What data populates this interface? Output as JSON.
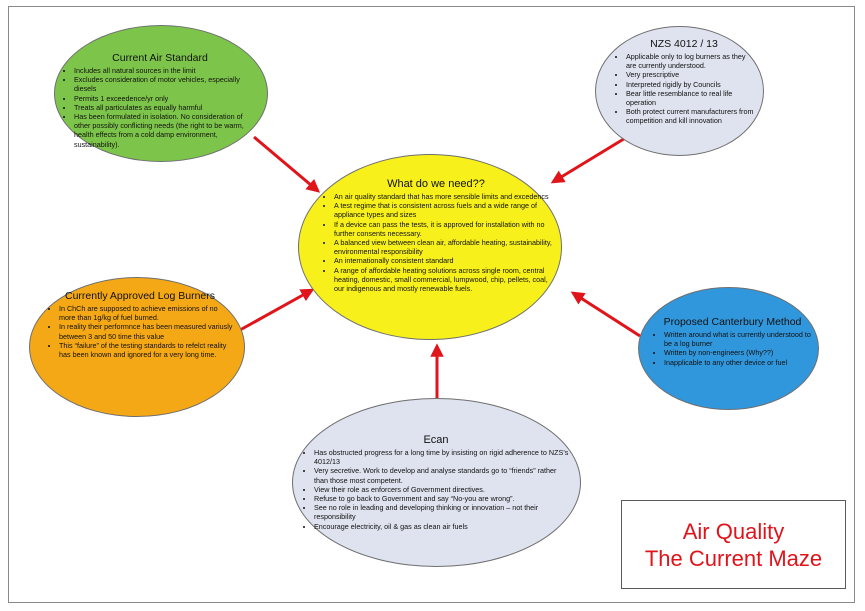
{
  "colors": {
    "green": "#7dc54a",
    "lavender": "#dfe3ef",
    "yellow": "#f7f01a",
    "orange": "#f5a816",
    "blue": "#3197dc",
    "arrow": "#e0141b",
    "title_text": "#e0141b"
  },
  "nodes": {
    "current_air_standard": {
      "title": "Current Air Standard",
      "bullets": [
        "Includes all natural sources in the limit",
        "Excludes consideration of motor vehicles, especially diesels",
        "Permits 1 exceedence/yr only",
        "Treats all particulates as equally harmful",
        "Has been formulated in isolation. No consideration of other possibly conflicting needs (the right to be warm, health effects from a cold damp environment, sustainability)."
      ]
    },
    "nzs_4012": {
      "title": "NZS 4012 / 13",
      "bullets": [
        "Applicable only to log burners as they are currently understood.",
        "Very prescriptive",
        "Interpreted rigidly by Councils",
        "Bear little resemblance to real life operation",
        "Both protect current manufacturers from competition and kill innovation"
      ]
    },
    "what_do_we_need": {
      "title": "What do we need??",
      "bullets": [
        "An air quality standard that has more sensible limits and excedencs",
        "A test regime that is consistent across fuels and a wide range of appliance types and sizes",
        "If a device can pass the tests, it is approved for installation with no further consents necessary.",
        "A balanced view between clean air, affordable heating, sustainability, environmental responsibility",
        "An internationally consistent standard",
        "A range of affordable heating solutions across single room, central heating, domestic, small commercial, lumpwood, chip, pellets, coal, our indigenous and mostly renewable fuels."
      ]
    },
    "currently_approved": {
      "title": "Currently Approved Log Burners",
      "bullets": [
        "In ChCh are supposed to achieve emissions of no more than 1g/kg of fuel burned.",
        "In reality their performnce has been measured variusly between 3 and 50 time this value",
        "This “failure” of the testing standards to refelct reality has been known and ignored for a very long time."
      ]
    },
    "canterbury_method": {
      "title": "Proposed Canterbury Method",
      "bullets": [
        "Written around what is currently understood to be a log burner",
        "Written by non-engineers (Why??)",
        "Inapplicable to any other device or fuel"
      ]
    },
    "ecan": {
      "title": "Ecan",
      "bullets": [
        "Has obstructed progress for a long time by insisting on rigid adherence to NZS’s 4012/13",
        "Very secretive. Work to develop and analyse standards go to “friends” rather than those most competent.",
        "View their role as enforcers of Government directives.",
        "Refuse to go back to Government and say “No-you are wrong”.",
        "See no role in leading and developing thinking or innovation – not their responsibility",
        "Encourage electricity, oil & gas as clean air fuels"
      ]
    }
  },
  "title_box": {
    "line1": "Air Quality",
    "line2": "The Current Maze"
  }
}
